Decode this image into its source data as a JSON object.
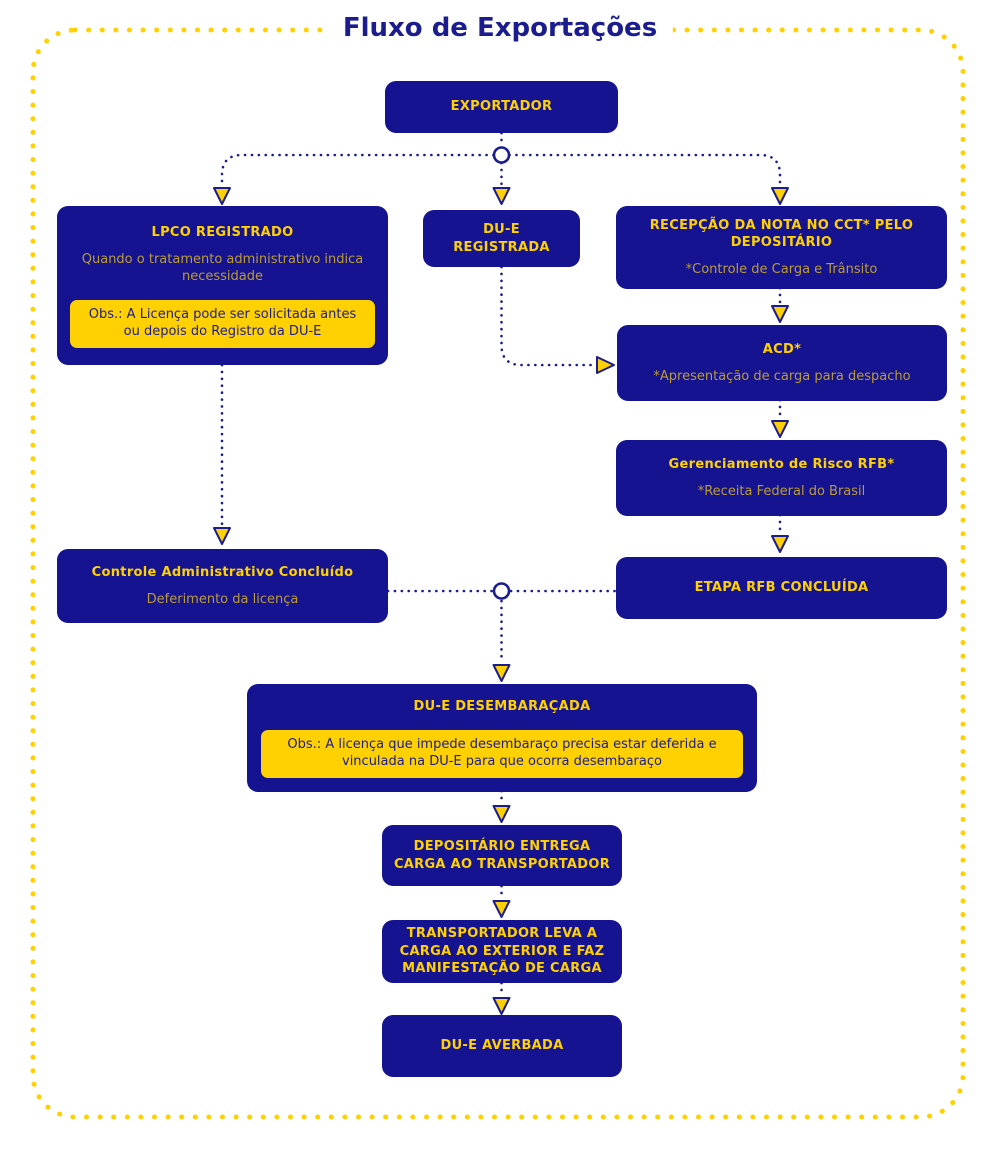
{
  "title": "Fluxo de Exportações",
  "colors": {
    "navy": "#151390",
    "bright_yellow": "#ffd103",
    "muted_gold_subtext": "#bb9c34",
    "background": "#ffffff"
  },
  "nodes": {
    "exportador": {
      "title": "EXPORTADOR"
    },
    "lpco": {
      "title": "LPCO REGISTRADO",
      "subtitle": "Quando o tratamento administrativo indica necessidade",
      "note": "Obs.: A Licença pode ser solicitada antes ou depois do Registro da DU-E"
    },
    "due_registrada": {
      "title": "DU-E REGISTRADA"
    },
    "recepcao": {
      "title": "RECEPÇÃO DA NOTA NO CCT* PELO DEPOSITÁRIO",
      "subtitle": "*Controle de Carga e Trânsito"
    },
    "acd": {
      "title": "ACD*",
      "subtitle": "*Apresentação de carga para despacho"
    },
    "risco": {
      "title": "Gerenciamento de Risco RFB*",
      "subtitle": "*Receita Federal do Brasil"
    },
    "controle_adm": {
      "title": "Controle Administrativo Concluído",
      "subtitle": "Deferimento da licença"
    },
    "etapa_rfb": {
      "title": "ETAPA RFB CONCLUÍDA"
    },
    "due_desembaracada": {
      "title": "DU-E DESEMBARAÇADA",
      "note": "Obs.: A licença que impede desembaraço precisa estar deferida e vinculada na DU-E para que ocorra desembaraço"
    },
    "depositario": {
      "title": "DEPOSITÁRIO ENTREGA CARGA AO TRANSPORTADOR"
    },
    "transportador": {
      "title": "TRANSPORTADOR LEVA A CARGA AO EXTERIOR E FAZ MANIFESTAÇÃO DE CARGA"
    },
    "due_averbada": {
      "title": "DU-E AVERBADA"
    }
  }
}
